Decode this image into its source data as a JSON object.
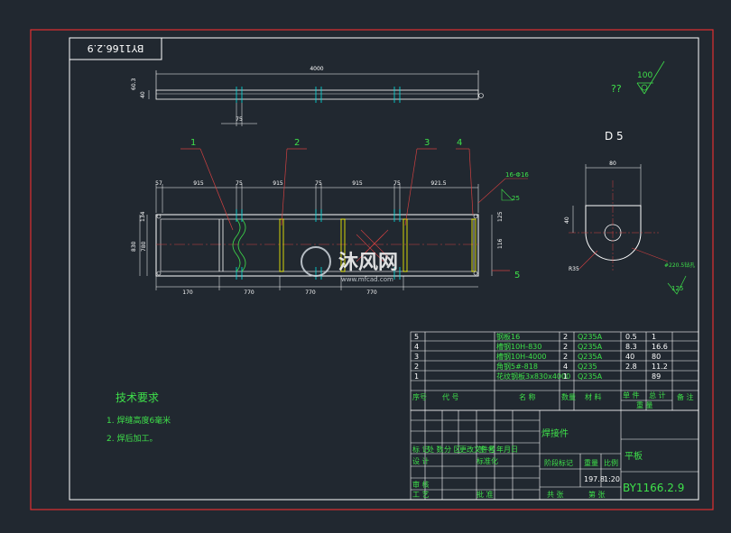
{
  "drawing_number": "BY1166.2.9",
  "drawing_number_box": "BY1166.2.9",
  "top_view": {
    "overall_length": "4000",
    "left_dim_a": "60.3",
    "left_dim_b": "40",
    "bottom_dim": "75"
  },
  "roughness": {
    "value": "100",
    "symbol_label": "??"
  },
  "section_label": "D 5",
  "section_view": {
    "width": "80",
    "height": "40",
    "radius": "R35",
    "hole_note": "#220.5钻孔",
    "slope_a": "125",
    "radius_label": "R35"
  },
  "front_view": {
    "top_dims": [
      "57",
      "915",
      "75",
      "915",
      "75",
      "915",
      "75",
      "921.5"
    ],
    "bottom_dims": [
      "170",
      "770",
      "770",
      "770"
    ],
    "left_dims": [
      "134",
      "830",
      "780"
    ],
    "right_dims": [
      "125",
      "116"
    ],
    "weld_note": "16-Φ16",
    "weld_size": "25",
    "callouts": [
      "1",
      "2",
      "3",
      "4",
      "5"
    ]
  },
  "watermark": {
    "brand": "沐风网",
    "url": "www.mfcad.com"
  },
  "tech_requirements": {
    "title": "技术要求",
    "items": [
      "1. 焊缝高度6毫米",
      "2. 焊后加工。"
    ]
  },
  "bom": {
    "rows": [
      {
        "no": "5",
        "name": "钢板16",
        "qty": "2",
        "material": "Q235A",
        "unit_weight": "0.5",
        "total_weight": "1"
      },
      {
        "no": "4",
        "name": "槽钢10H-830",
        "qty": "2",
        "material": "Q235A",
        "unit_weight": "8.3",
        "total_weight": "16.6"
      },
      {
        "no": "3",
        "name": "槽钢10H-4000",
        "qty": "2",
        "material": "Q235A",
        "unit_weight": "40",
        "total_weight": "80"
      },
      {
        "no": "2",
        "name": "角钢5#-818",
        "qty": "4",
        "material": "Q235",
        "unit_weight": "2.8",
        "total_weight": "11.2"
      },
      {
        "no": "1",
        "name": "花纹钢板3x830x4000",
        "qty": "1",
        "material": "Q235A",
        "unit_weight": "",
        "total_weight": "89"
      }
    ],
    "headers": {
      "no": "序号",
      "code": "代 号",
      "name": "名 称",
      "qty": "数量",
      "material": "材 料",
      "unit_weight": "单 件",
      "total_weight": "总 计",
      "weight": "重 量",
      "remarks": "备 注"
    }
  },
  "title_block": {
    "part_name": "焊接件",
    "part_title": "平板",
    "drawing_number": "BY1166.2.9",
    "labels": {
      "mark": "标 记",
      "count": "处 数",
      "division": "分 区",
      "change_doc": "更改文件号",
      "sign": "签 名",
      "date": "年月日",
      "design": "设 计",
      "standard": "标准化",
      "review": "审 核",
      "process": "工 艺",
      "approve": "批 准",
      "stage": "阶段标记",
      "weight": "重量",
      "scale": "比例",
      "sheets_total": "共 张",
      "sheet_no": "第 张"
    },
    "weight_value": "197.8",
    "scale_value": "1:20"
  },
  "colors": {
    "background": "#212830",
    "frame": "#e03030",
    "lines": "#ffffff",
    "text": "#3ee04a",
    "yellow": "#ffff00",
    "cyan": "#00e0e0",
    "red": "#ff3030"
  }
}
